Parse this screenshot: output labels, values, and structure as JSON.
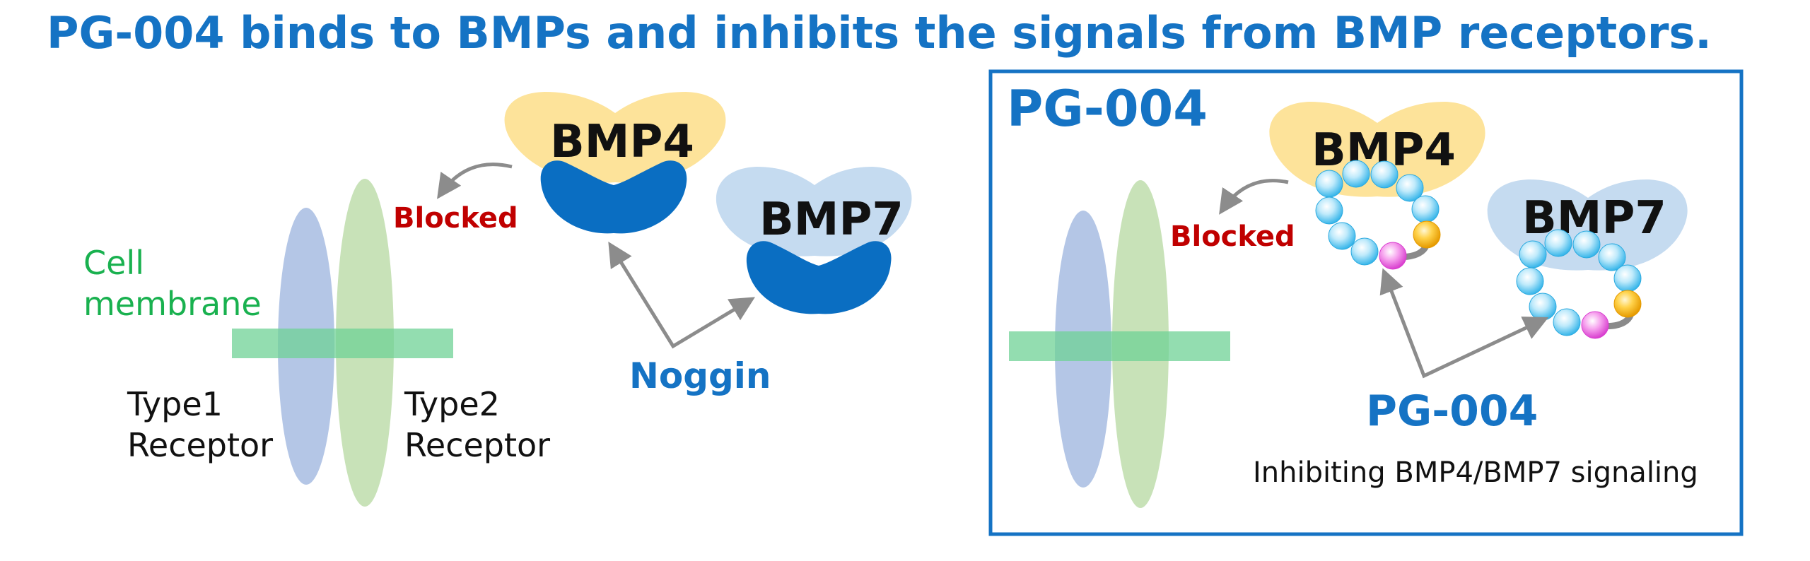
{
  "title": "PG-004 binds to BMPs and inhibits the signals from BMP receptors.",
  "left": {
    "bmp4": "BMP4",
    "bmp7": "BMP7",
    "blocked": "Blocked",
    "membrane_line1": "Cell",
    "membrane_line2": "membrane",
    "type1_line1": "Type1",
    "type1_line2": "Receptor",
    "type2_line1": "Type2",
    "type2_line2": "Receptor",
    "inhibitor": "Noggin"
  },
  "right": {
    "panel_title": "PG-004",
    "bmp4": "BMP4",
    "bmp7": "BMP7",
    "blocked": "Blocked",
    "inhibitor": "PG-004",
    "caption": "Inhibiting BMP4/BMP7 signaling"
  },
  "colors": {
    "title_blue": "#1573c4",
    "blocked_red": "#c00000",
    "membrane_green": "#19b14f",
    "type1_receptor": "#b4c6e6",
    "type2_receptor": "#c5e0b4",
    "bmp4_wing": "#fde39a",
    "bmp7_wing": "#c5dbf0",
    "noggin_blue": "#0a6ec2",
    "bead_cyan": "#8fd8f5",
    "bead_magenta": "#f070e0",
    "bead_orange": "#f4b400"
  }
}
